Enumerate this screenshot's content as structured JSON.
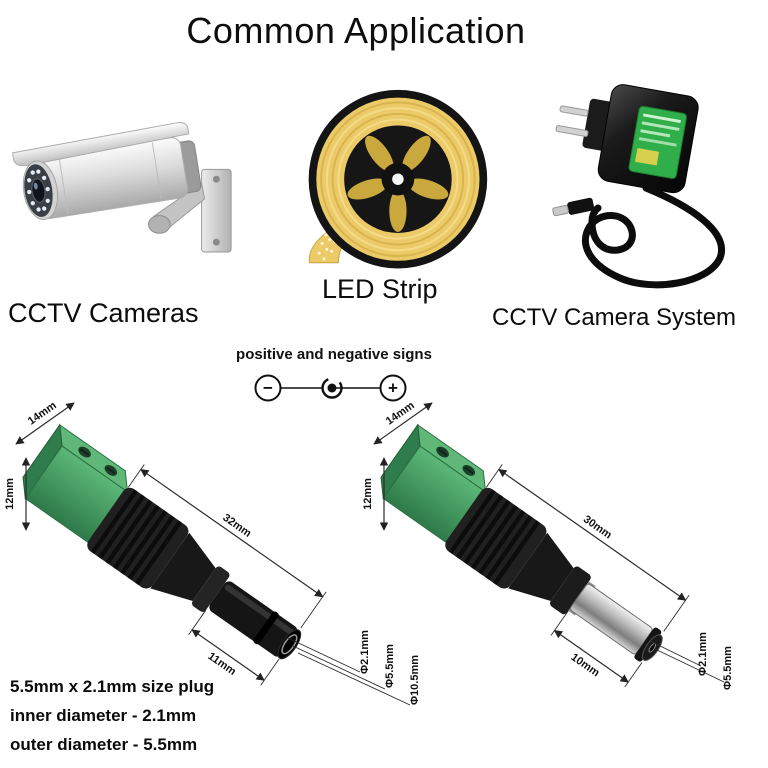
{
  "title": "Common Application",
  "apps": {
    "cctv_label": "CCTV Cameras",
    "led_label": "LED Strip",
    "system_label": "CCTV Camera System"
  },
  "polarity": {
    "title": "positive and negative signs",
    "minus": "−",
    "plus": "+"
  },
  "connector_left": {
    "dim_width": "14mm",
    "dim_height": "12mm",
    "dim_length": "32mm",
    "dim_barrel": "11mm",
    "dim_inner": "Φ2.1mm",
    "dim_mid": "Φ5.5mm",
    "dim_outer": "Φ10.5mm"
  },
  "connector_right": {
    "dim_width": "14mm",
    "dim_height": "12mm",
    "dim_length": "30mm",
    "dim_barrel": "10mm",
    "dim_inner": "Φ2.1mm",
    "dim_outer": "Φ5.5mm"
  },
  "specs": {
    "line1": "5.5mm x 2.1mm size plug",
    "line2": "inner diameter - 2.1mm",
    "line3": "outer diameter - 5.5mm"
  }
}
